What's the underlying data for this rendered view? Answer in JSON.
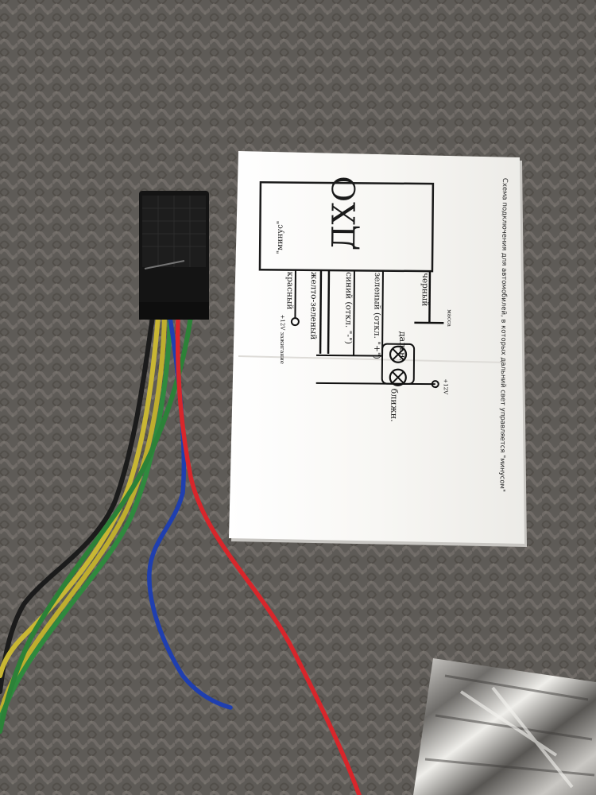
{
  "diagram": {
    "title": "Схема подключения для автомобилей, в которых дальний свет управляется \"минусом\"",
    "module_name": "ДХО",
    "minus_label": "\"минус\"",
    "wires": {
      "black": "черный",
      "green": "зеленый (откл. \"+\")",
      "blue": "синий (откл. \"-\")",
      "yellow_green": "желто-зеленый",
      "red": "красный"
    },
    "labels": {
      "mass": "масса",
      "plus12": "+12V",
      "ignition": "+12V зажигание",
      "high_beam": "дальн.",
      "low_beam": "ближн."
    }
  },
  "colors": {
    "carpet": "#6b6864",
    "paper": "#f7f6f3",
    "connector": "#141414",
    "wire_black": "#1b1b1b",
    "wire_yellow": "#c9b733",
    "wire_green": "#2f8a3e",
    "wire_blue": "#1f3fb0",
    "wire_red": "#d8262b"
  }
}
